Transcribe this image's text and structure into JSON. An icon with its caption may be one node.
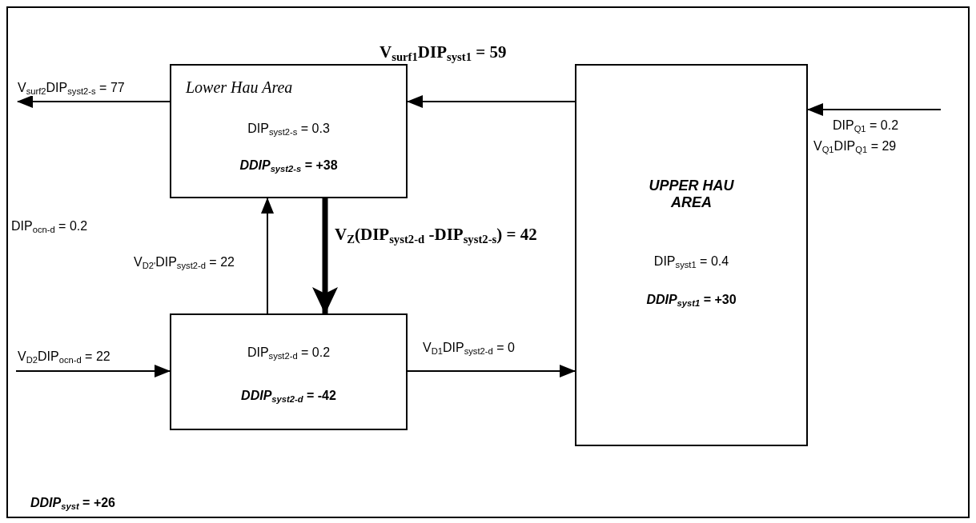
{
  "diagram": {
    "nodes": [
      {
        "text": [
          "Lower Hau Area",
          "DIP$_{syst2-s}$ = 0.3",
          "*DDIP$_{syst2-s}$* = +38"
        ]
      },
      {
        "text": [
          "DIP$_{syst2-d}$ = 0.2",
          "*DDIP$_{syst2-d}$* = -42"
        ]
      },
      {
        "text": [
          "UPPER HAU AREA",
          "DIP$_{syst1}$ = 0.4",
          "*DDIP$_{syst1}$* = +30"
        ]
      }
    ],
    "edges": [
      {
        "from": 0,
        "to": null,
        "arrow": "to",
        "label": "V$_{surf2}$DIP$_{syst2-s}$ = 77"
      },
      {
        "from": 2,
        "to": 0,
        "arrow": "to",
        "label": "V$_{surf1}$DIP$_{syst1}$ = 59"
      },
      {
        "from": null,
        "to": 2,
        "arrow": "to",
        "label": "V$_{Q1}$DIP$_{Q1}$ = 29"
      },
      {
        "from": 1,
        "to": 0,
        "arrow": "to",
        "label": "V$_{D2'}$DIP$_{syst2-d}$ = 22"
      },
      {
        "from": 0,
        "to": 1,
        "arrow": "to",
        "style": "thick",
        "label": "V$_{Z}$(DIP$_{syst2-d}$ -DIP$_{syst2-s}$) = 42"
      },
      {
        "from": null,
        "to": 1,
        "arrow": "to",
        "label": "V$_{D2}$DIP$_{ocn-d}$ = 22"
      },
      {
        "from": 1,
        "to": 2,
        "arrow": "to",
        "label": "V$_{D1}$DIP$_{syst2-d}$ = 0"
      }
    ],
    "labels": [
      "DIP$_{ocn-d}$ = 0.2",
      "DIP$_{Q1}$ = 0.2",
      "*DDIP$_{syst}$* = +26"
    ]
  }
}
